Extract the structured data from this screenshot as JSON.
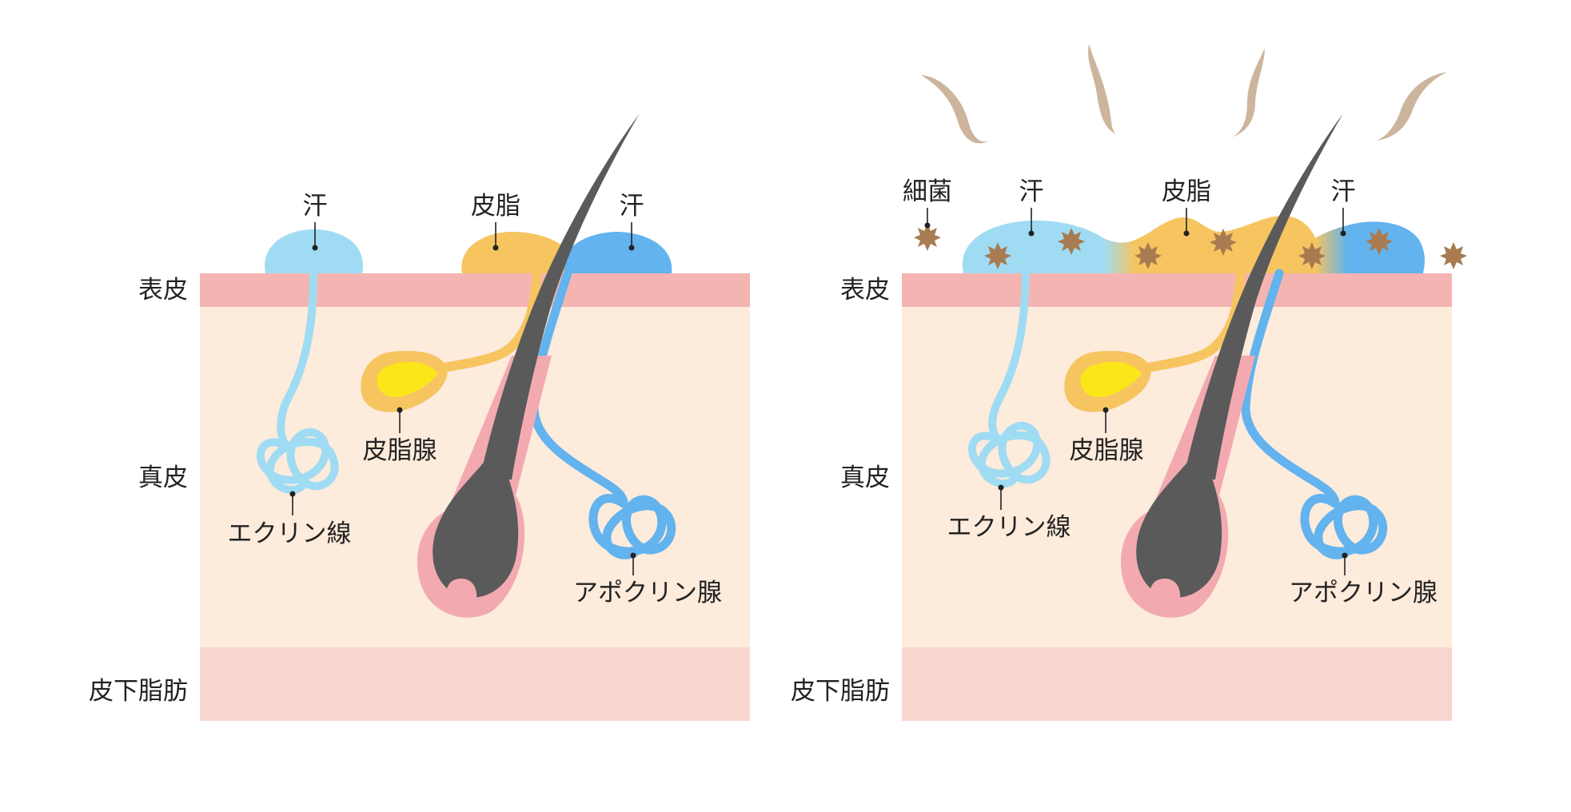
{
  "labels": {
    "epidermis": "表皮",
    "dermis": "真皮",
    "subcutaneous": "皮下脂肪",
    "sweat": "汗",
    "sebum": "皮脂",
    "sebaceous_gland": "皮脂腺",
    "eccrine_gland": "エクリン線",
    "apocrine_gland": "アポクリン腺",
    "bacteria": "細菌"
  },
  "colors": {
    "epidermis": "#f4b4b2",
    "dermis": "#fdebdc",
    "subcutaneous": "#f8d6d0",
    "eccrine_sweat": "#9fdcf3",
    "apocrine_sweat": "#62b3ee",
    "sebum": "#f6c560",
    "sebum_core": "#fbe719",
    "hair": "#5a5a5a",
    "follicle": "#f2aab0",
    "bacteria": "#a87b52",
    "odor": "#ccb59c"
  }
}
